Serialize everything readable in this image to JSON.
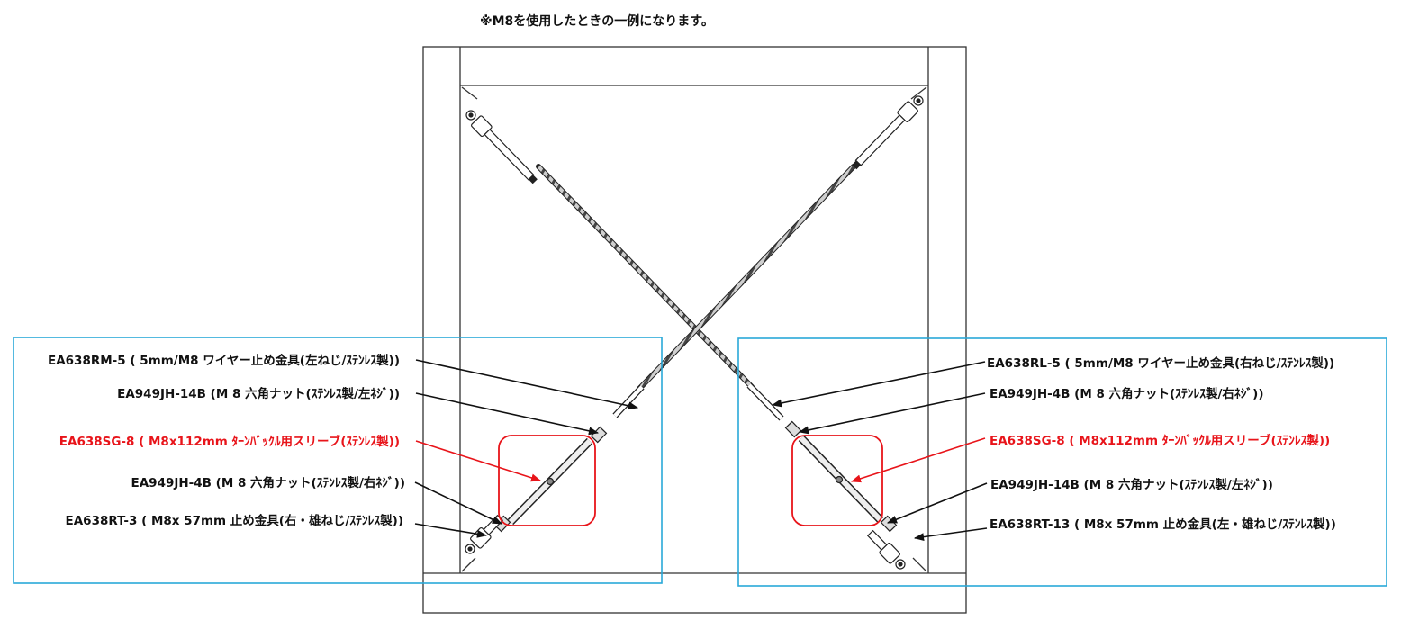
{
  "note": "※M8を使用したときの一例になります。",
  "colors": {
    "frame": "#333333",
    "callout_box": "#2aa8d8",
    "highlight": "#e8141a",
    "text": "#111111"
  },
  "left_labels": {
    "l1": "EA638RM-5 ( 5mm/M8 ワイヤー止め金具(左ねじ/ｽﾃﾝﾚｽ製))",
    "l2": "EA949JH-14B (M 8 六角ナット(ｽﾃﾝﾚｽ製/左ﾈｼﾞ))",
    "l3": "EA638SG-8 ( M8x112mm ﾀｰﾝﾊﾞｯｸﾙ用スリーブ(ｽﾃﾝﾚｽ製))",
    "l4": "EA949JH-4B (M 8 六角ナット(ｽﾃﾝﾚｽ製/右ﾈｼﾞ))",
    "l5": "EA638RT-3 ( M8x 57mm 止め金具(右・雄ねじ/ｽﾃﾝﾚｽ製))"
  },
  "right_labels": {
    "r1": "EA638RL-5 ( 5mm/M8 ワイヤー止め金具(右ねじ/ｽﾃﾝﾚｽ製))",
    "r2": "EA949JH-4B (M 8 六角ナット(ｽﾃﾝﾚｽ製/右ﾈｼﾞ))",
    "r3": "EA638SG-8 ( M8x112mm ﾀｰﾝﾊﾞｯｸﾙ用スリーブ(ｽﾃﾝﾚｽ製))",
    "r4": "EA949JH-14B (M 8 六角ナット(ｽﾃﾝﾚｽ製/左ﾈｼﾞ))",
    "r5": "EA638RT-13 ( M8x 57mm 止め金具(左・雄ねじ/ｽﾃﾝﾚｽ製))"
  }
}
